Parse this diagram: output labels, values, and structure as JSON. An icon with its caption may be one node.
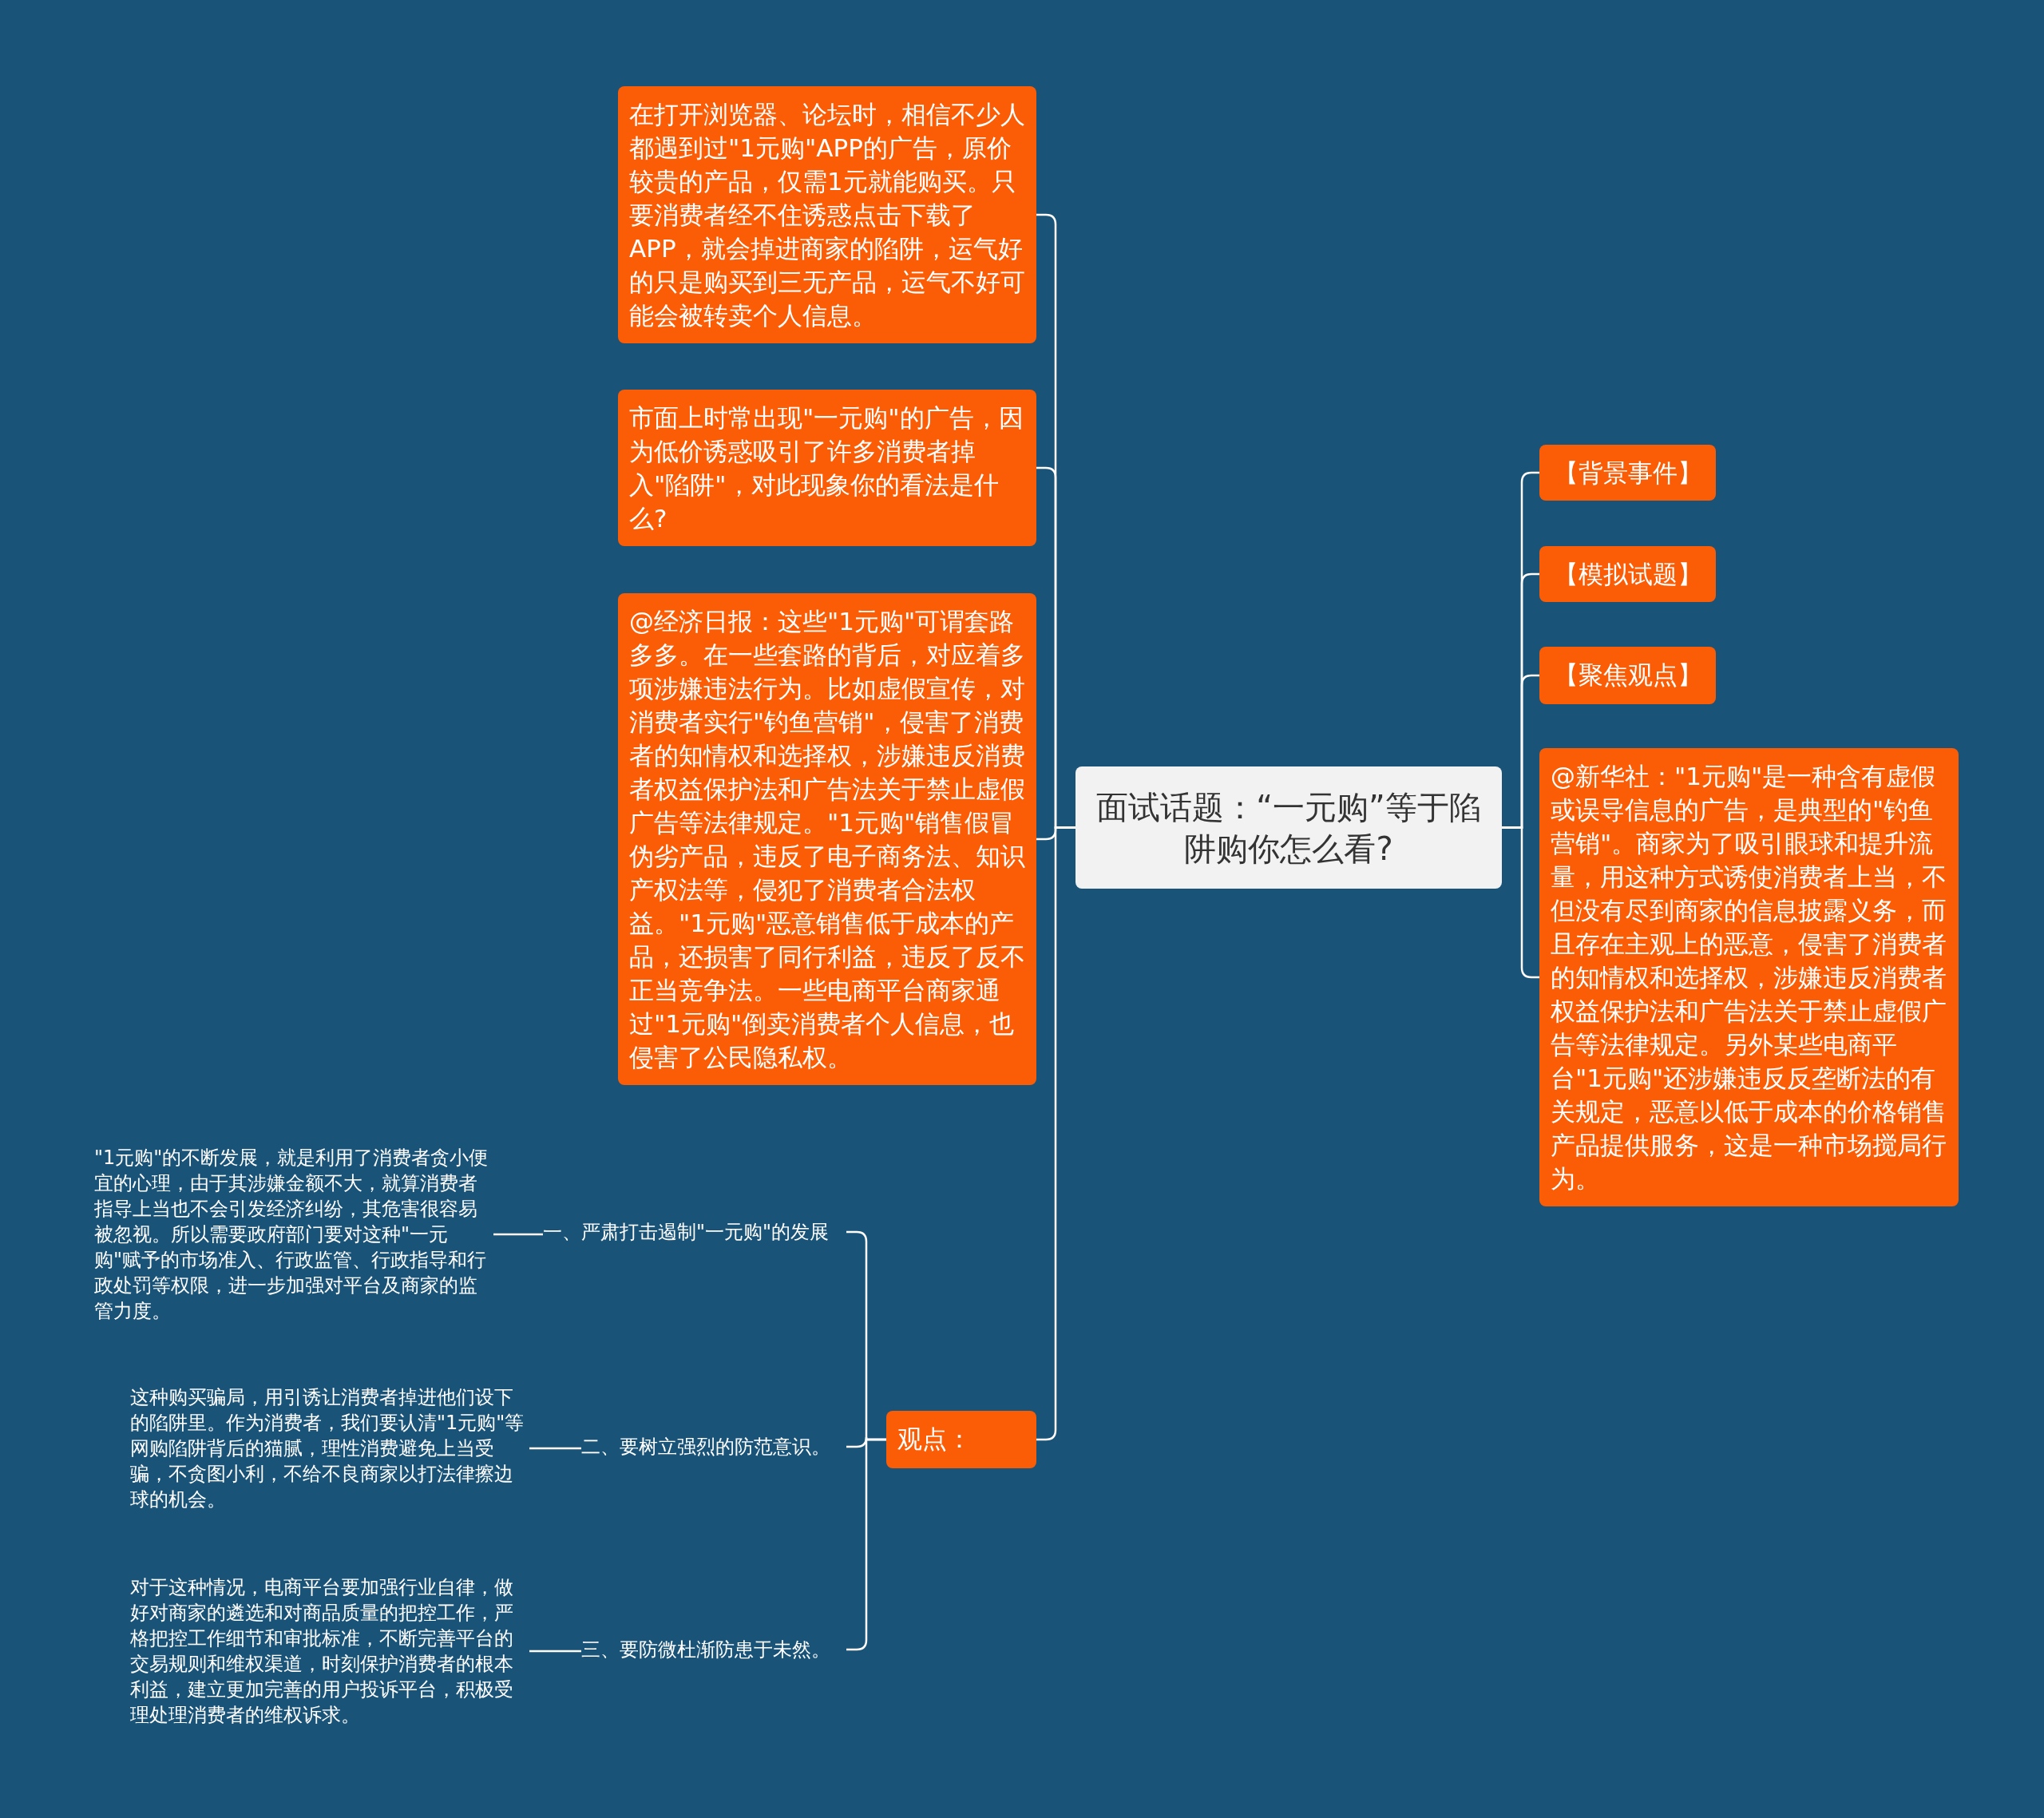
{
  "diagram": {
    "nodes": [
      {
        "text": [
          "面试话题：“一元购”等于陷阱购你怎么看?"
        ]
      },
      {
        "text": [
          "在打开浏览器、论坛时，相信不少人都遇到过\"1元购\"APP的广告，原价较贵的产品，仅需1元就能购买。只要消费者经不住诱惑点击下载了APP，就会掉进商家的陷阱，运气好的只是购买到三无产品，运气不好可能会被转卖个人信息。"
        ]
      },
      {
        "text": [
          "市面上时常出现\"一元购\"的广告，因为低价诱惑吸引了许多消费者掉入\"陷阱\"，对此现象你的看法是什么?"
        ]
      },
      {
        "text": [
          "@经济日报：这些\"1元购\"可谓套路多多。在一些套路的背后，对应着多项涉嫌违法行为。比如虚假宣传，对消费者实行\"钓鱼营销\"，侵害了消费者的知情权和选择权，涉嫌违反消费者权益保护法和广告法关于禁止虚假广告等法律规定。\"1元购\"销售假冒伪劣产品，违反了电子商务法、知识产权法等，侵犯了消费者合法权益。\"1元购\"恶意销售低于成本的产品，还损害了同行利益，违反了反不正当竞争法。一些电商平台商家通过\"1元购\"倒卖消费者个人信息，也侵害了公民隐私权。"
        ]
      },
      {
        "text": [
          "观点："
        ]
      },
      {
        "text": [
          "一、严肃打击遏制\"一元购\"的发展"
        ]
      },
      {
        "text": [
          "\"1元购\"的不断发展，就是利用了消费者贪小便宜的心理，由于其涉嫌金额不大，就算消费者指导上当也不会引发经济纠纷，其危害很容易被忽视。所以需要政府部门要对这种\"一元购\"赋予的市场准入、行政监管、行政指导和行政处罚等权限，进一步加强对平台及商家的监管力度。"
        ]
      },
      {
        "text": [
          "二、要树立强烈的防范意识。"
        ]
      },
      {
        "text": [
          "这种购买骗局，用引诱让消费者掉进他们设下的陷阱里。作为消费者，我们要认清\"1元购\"等网购陷阱背后的猫腻，理性消费避免上当受骗，不贪图小利，不给不良商家以打法律擦边球的机会。"
        ]
      },
      {
        "text": [
          "三、要防微杜渐防患于未然。"
        ]
      },
      {
        "text": [
          "对于这种情况，电商平台要加强行业自律，做好对商家的遴选和对商品质量的把控工作，严格把控工作细节和审批标准，不断完善平台的交易规则和维权渠道，时刻保护消费者的根本利益，建立更加完善的用户投诉平台，积极受理处理消费者的维权诉求。"
        ]
      },
      {
        "text": [
          "【背景事件】"
        ]
      },
      {
        "text": [
          "【模拟试题】"
        ]
      },
      {
        "text": [
          "【聚焦观点】"
        ]
      },
      {
        "text": [
          "@新华社：\"1元购\"是一种含有虚假或误导信息的广告，是典型的\"钓鱼营销\"。商家为了吸引眼球和提升流量，用这种方式诱使消费者上当，不但没有尽到商家的信息披露义务，而且存在主观上的恶意，侵害了消费者的知情权和选择权，涉嫌违反消费者权益保护法和广告法关于禁止虚假广告等法律规定。另外某些电商平台\"1元购\"还涉嫌违反反垄断法的有关规定，恶意以低于成本的价格销售产品提供服务，这是一种市场搅局行为。"
        ]
      }
    ],
    "edges": [
      {
        "from": 0,
        "to": 1,
        "arrow": "none"
      },
      {
        "from": 0,
        "to": 2,
        "arrow": "none"
      },
      {
        "from": 0,
        "to": 3,
        "arrow": "none"
      },
      {
        "from": 0,
        "to": 4,
        "arrow": "none"
      },
      {
        "from": 4,
        "to": 5,
        "arrow": "none"
      },
      {
        "from": 5,
        "to": 6,
        "arrow": "none"
      },
      {
        "from": 4,
        "to": 7,
        "arrow": "none"
      },
      {
        "from": 7,
        "to": 8,
        "arrow": "none"
      },
      {
        "from": 4,
        "to": 9,
        "arrow": "none"
      },
      {
        "from": 9,
        "to": 10,
        "arrow": "none"
      },
      {
        "from": 0,
        "to": 11,
        "arrow": "none"
      },
      {
        "from": 0,
        "to": 12,
        "arrow": "none"
      },
      {
        "from": 0,
        "to": 13,
        "arrow": "none"
      },
      {
        "from": 0,
        "to": 14,
        "arrow": "none"
      }
    ]
  }
}
